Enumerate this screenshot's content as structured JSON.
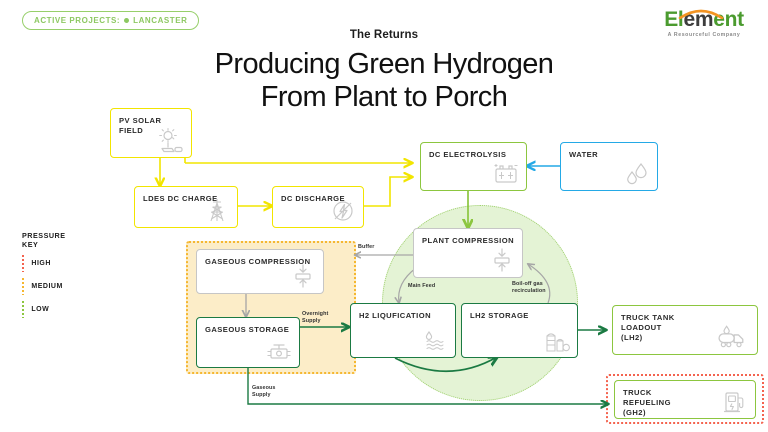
{
  "header": {
    "badge_label": "ACTIVE PROJECTS:",
    "badge_project": "LANCASTER",
    "logo_part1": "El",
    "logo_part2": "em",
    "logo_part3": "ent",
    "logo_tagline": "A Resourceful Company"
  },
  "titles": {
    "eyebrow": "The Returns",
    "main_line1": "Producing Green Hydrogen",
    "main_line2": "From Plant to Porch"
  },
  "pressure_key": {
    "heading": "PRESSURE\nKEY",
    "levels": [
      {
        "label": "HIGH",
        "color": "#f4634f"
      },
      {
        "label": "MEDIUM",
        "color": "#f5b731"
      },
      {
        "label": "LOW",
        "color": "#8cc63f"
      }
    ]
  },
  "nodes": {
    "pv_solar": {
      "label": "PV SOLAR FIELD",
      "icon": "solar-panel-icon"
    },
    "ldes_charge": {
      "label": "LDES DC CHARGE",
      "icon": "power-tower-icon"
    },
    "dc_discharge": {
      "label": "DC DISCHARGE",
      "icon": "lightning-circle-icon"
    },
    "dc_electrolysis": {
      "label": "DC ELECTROLYSIS",
      "icon": "electrolyser-icon"
    },
    "water": {
      "label": "WATER",
      "icon": "water-droplets-icon"
    },
    "gaseous_compression": {
      "label": "GASEOUS COMPRESSION",
      "icon": "compressor-icon"
    },
    "gaseous_storage": {
      "label": "GASEOUS STORAGE",
      "icon": "gas-valve-icon"
    },
    "plant_compression": {
      "label": "PLANT COMPRESSION",
      "icon": "compressor-icon"
    },
    "h2_liquefaction": {
      "label": "H2 LIQUFICATION",
      "icon": "liquid-waves-icon"
    },
    "lh2_storage": {
      "label": "LH2 STORAGE",
      "icon": "storage-tanks-icon"
    },
    "truck_loadout": {
      "label": "TRUCK TANK\nLOADOUT\n(LH2)",
      "icon": "tanker-truck-icon"
    },
    "truck_refueling": {
      "label": "TRUCK\nREFUELING\n(GH2)",
      "icon": "fuel-pump-icon"
    }
  },
  "flow_labels": {
    "buffer": "Buffer",
    "main_feed": "Main Feed",
    "boil_off": "Boil-off gas\nrecirculation",
    "overnight_supply": "Overnight\nSupply",
    "gaseous_supply": "Gaseous\nSupply"
  },
  "colors": {
    "yellow": "#f2e500",
    "blue": "#24a9e6",
    "light_green": "#8cc63f",
    "dark_green": "#1b7a43",
    "amber": "#f5b731",
    "red": "#f4634f",
    "gray": "#c6c6c6"
  }
}
